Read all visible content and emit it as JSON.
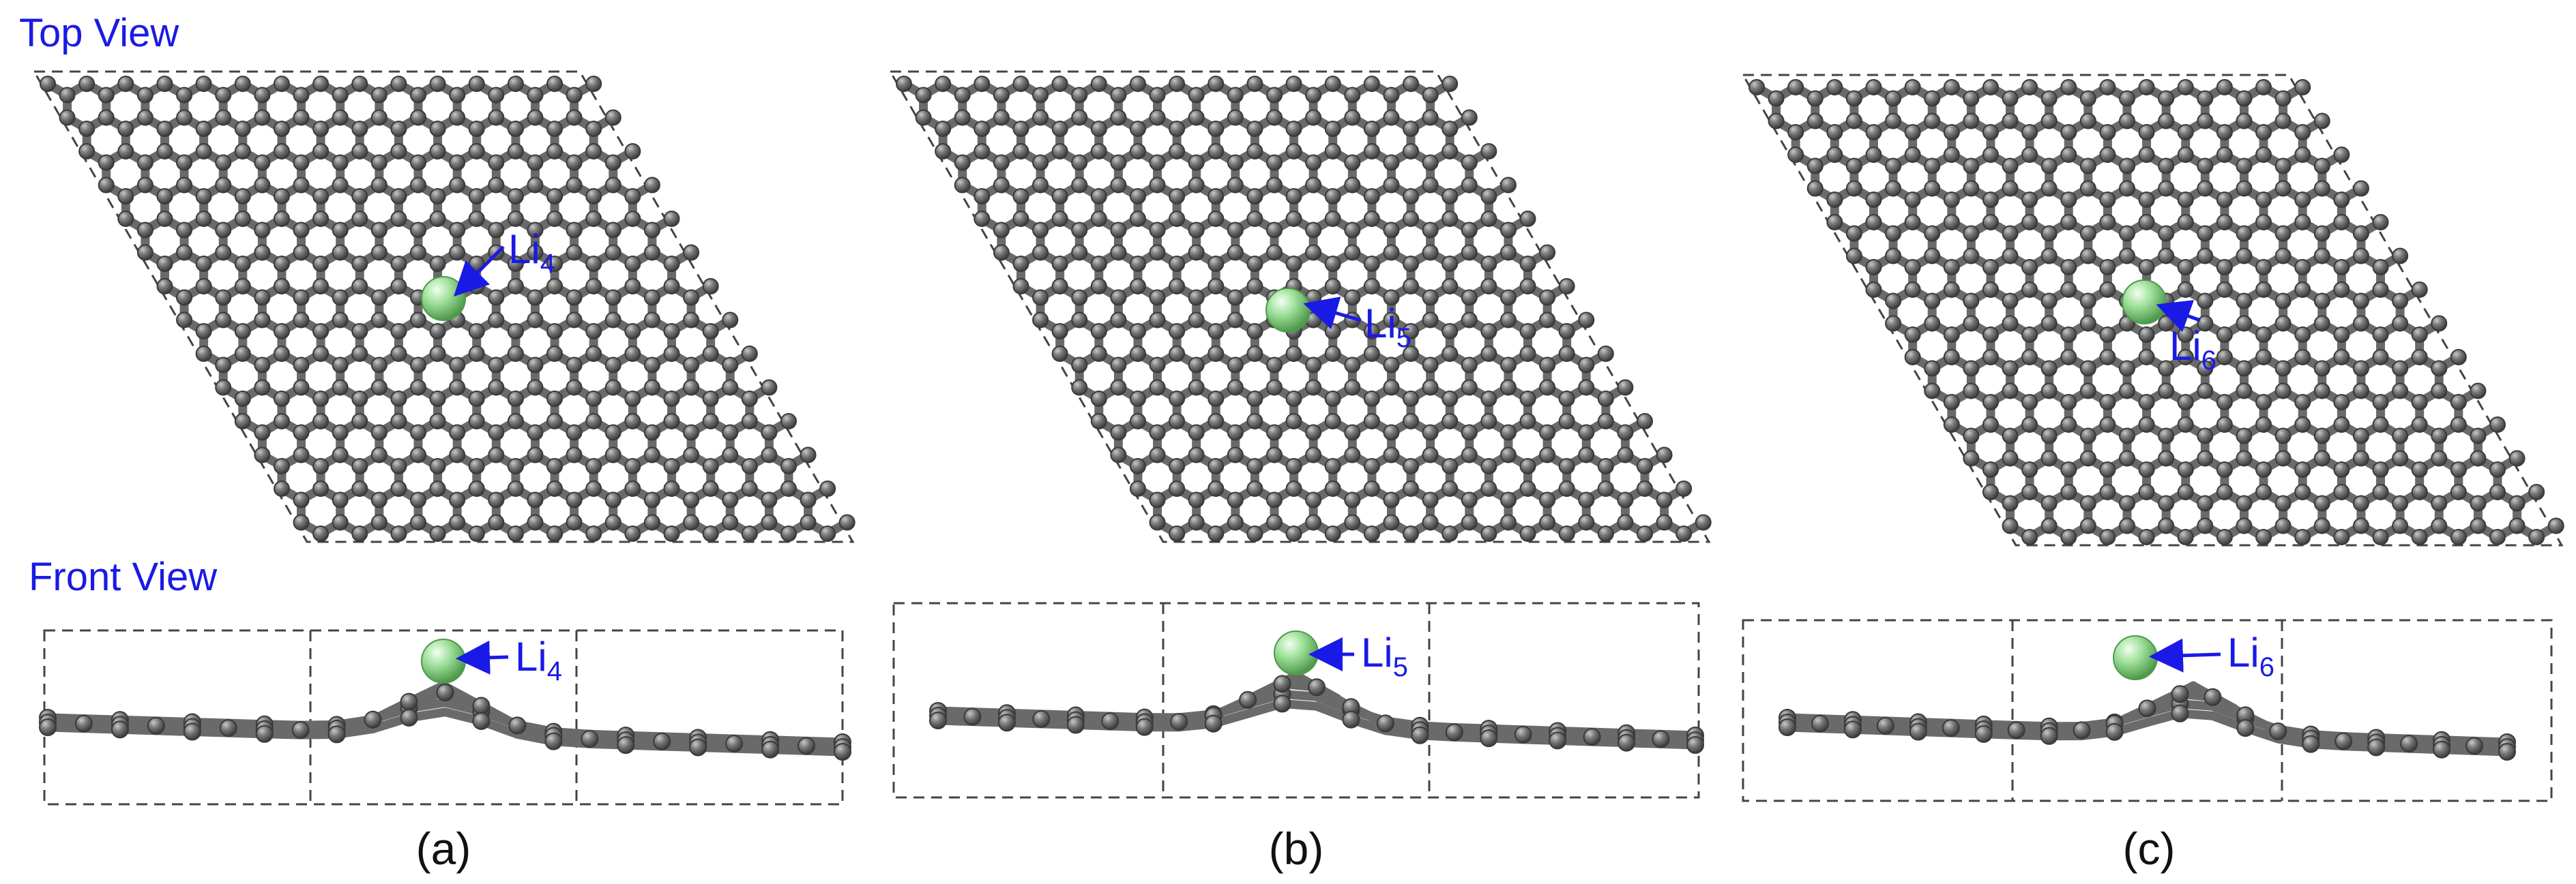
{
  "top_view_title": "Top View",
  "front_view_title": "Front View",
  "panels": [
    {
      "label": "(a)",
      "li_text": "Li",
      "li_sub": "4"
    },
    {
      "label": "(b)",
      "li_text": "Li",
      "li_sub": "5"
    },
    {
      "label": "(c)",
      "li_text": "Li",
      "li_sub": "6"
    }
  ],
  "colors": {
    "label_blue": "#1a1ae6",
    "carbon": "#6a6a6a",
    "lithium": "#8fd88a"
  }
}
